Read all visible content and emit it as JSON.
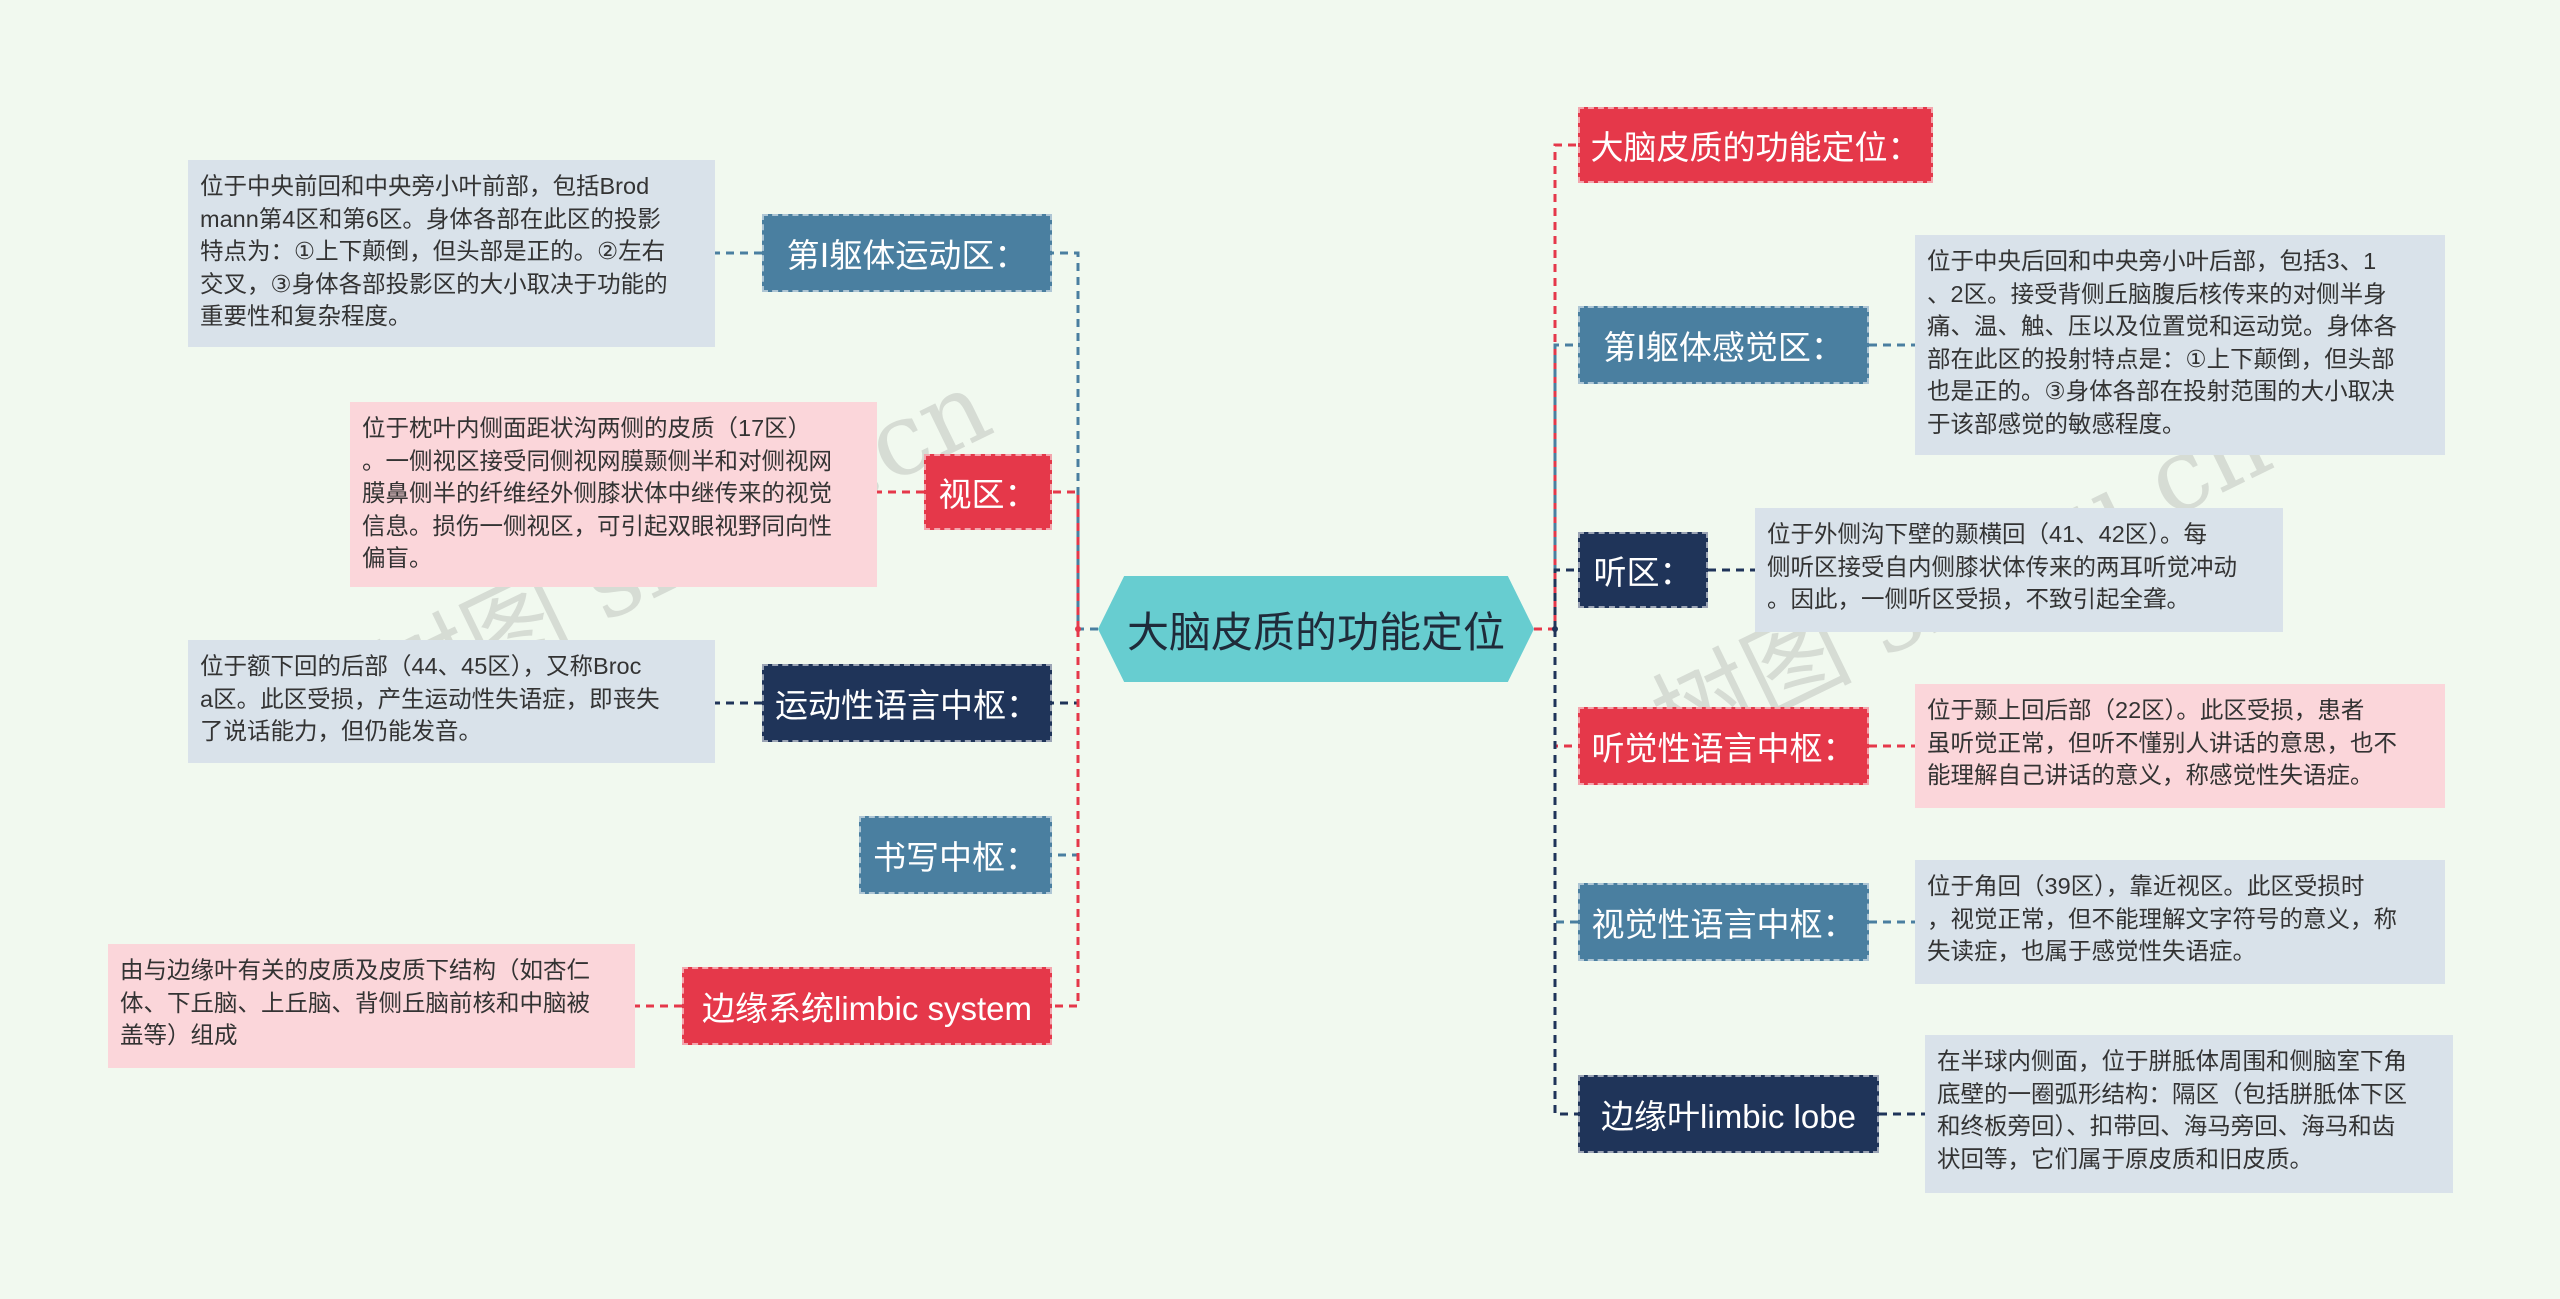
{
  "center": {
    "title": "大脑皮质的功能定位"
  },
  "left": [
    {
      "label": "第Ⅰ躯体运动区：",
      "note": "位于中央前回和中央旁小叶前部，包括Brod\nmann第4区和第6区。身体各部在此区的投影\n特点为：①上下颠倒，但头部是正的。②左右\n交叉，③身体各部投影区的大小取决于功能的\n重要性和复杂程度。"
    },
    {
      "label": "视区：",
      "note": "位于枕叶内侧面距状沟两侧的皮质（17区）\n。一侧视区接受同侧视网膜颞侧半和对侧视网\n膜鼻侧半的纤维经外侧膝状体中继传来的视觉\n信息。损伤一侧视区，可引起双眼视野同向性\n偏盲。"
    },
    {
      "label": "运动性语言中枢：",
      "note": "位于额下回的后部（44、45区），又称Broc\na区。此区受损，产生运动性失语症，即丧失\n了说话能力，但仍能发音。"
    },
    {
      "label": "书写中枢："
    },
    {
      "label": "边缘系统limbic system",
      "note": "由与边缘叶有关的皮质及皮质下结构（如杏仁\n体、下丘脑、上丘脑、背侧丘脑前核和中脑被\n盖等）组成"
    }
  ],
  "right": [
    {
      "label": "大脑皮质的功能定位："
    },
    {
      "label": "第Ⅰ躯体感觉区：",
      "note": "位于中央后回和中央旁小叶后部，包括3、1\n、2区。接受背侧丘脑腹后核传来的对侧半身\n痛、温、触、压以及位置觉和运动觉。身体各\n部在此区的投射特点是：①上下颠倒，但头部\n也是正的。③身体各部在投射范围的大小取决\n于该部感觉的敏感程度。"
    },
    {
      "label": "听区：",
      "note": "位于外侧沟下壁的颞横回（41、42区）。每\n侧听区接受自内侧膝状体传来的两耳听觉冲动\n。因此，一侧听区受损，不致引起全聋。"
    },
    {
      "label": "听觉性语言中枢：",
      "note": "位于颞上回后部（22区）。此区受损，患者\n虽听觉正常，但听不懂别人讲话的意思，也不\n能理解自己讲话的意义，称感觉性失语症。"
    },
    {
      "label": "视觉性语言中枢：",
      "note": "位于角回（39区），靠近视区。此区受损时\n，视觉正常，但不能理解文字符号的意义，称\n失读症，也属于感觉性失语症。"
    },
    {
      "label": "边缘叶limbic lobe",
      "note": "在半球内侧面，位于胼胝体周围和侧脑室下角\n底壁的一圈弧形结构：隔区（包括胼胝体下区\n和终板旁回）、扣带回、海马旁回、海马和齿\n状回等，它们属于原皮质和旧皮质。"
    }
  ],
  "watermarks": [
    "树图 shutu.cn",
    "树图 shutu.cn"
  ],
  "colors": {
    "background": "#f1f9ef",
    "center": "#67cdd0",
    "steel": "#4a7fa0",
    "red": "#e5384a",
    "navy": "#1f3459",
    "note_gray": "#d9e2ea",
    "note_pink": "#fbd6da"
  }
}
